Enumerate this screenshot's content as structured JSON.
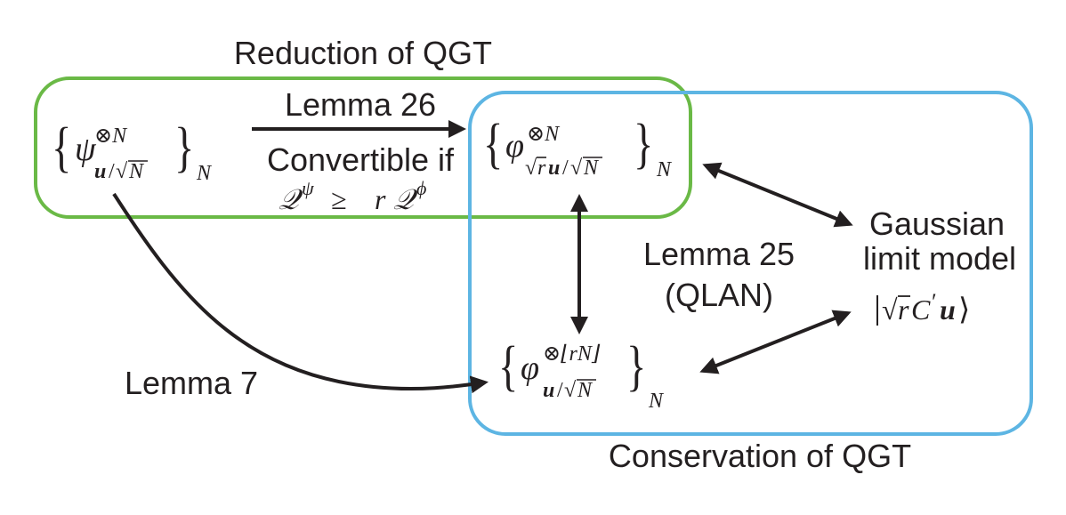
{
  "colors": {
    "green_box": "#6ab946",
    "blue_box": "#5db5e3",
    "ink": "#231f20"
  },
  "regions": {
    "reduction_title": "Reduction of QGT",
    "conservation_title": "Conservation of QGT"
  },
  "arrows": {
    "lemma26": "Lemma 26",
    "convertible": "Convertible if",
    "lemma25": "Lemma 25",
    "qlan": "(QLAN)",
    "lemma7": "Lemma 7"
  },
  "nodes": {
    "gaussian_line1": "Gaussian",
    "gaussian_line2": "limit model"
  },
  "math": {
    "psi": "ψ",
    "phi": "φ",
    "otimes_N": "⊗N",
    "otimes_floor": "⊗⌊rN⌋",
    "sub_N": "N",
    "u": "u",
    "sqrt_N": "N",
    "sqrt_r": "r",
    "cond_Q": "𝒬",
    "cond_psi": "ψ",
    "cond_geq": "≥",
    "cond_r": "r",
    "cond_phi": "ϕ",
    "ket_C": "C",
    "ket_prime": "′",
    "ket_u": "u"
  }
}
